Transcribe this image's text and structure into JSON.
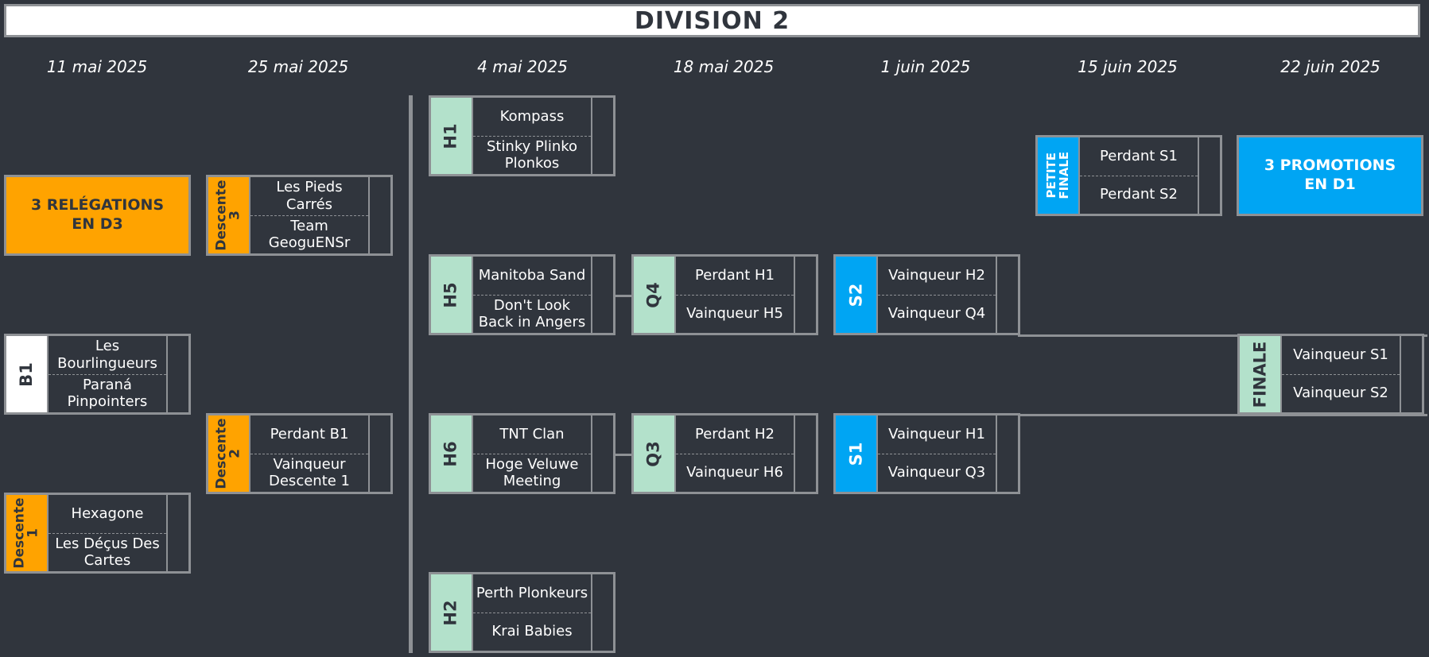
{
  "title": "DIVISION 2",
  "dates": [
    "11 mai 2025",
    "25 mai 2025",
    "4 mai 2025",
    "18 mai 2025",
    "1 juin 2025",
    "15 juin 2025",
    "22 juin 2025"
  ],
  "boxes": {
    "relegations": "3 RELÉGATIONS\nEN D3",
    "promotions": "3 PROMOTIONS\nEN D1"
  },
  "colors": {
    "background": "#30353d",
    "border": "#8e9195",
    "mint": "#b3e1cb",
    "orange": "#ffa300",
    "blue": "#00a5f3",
    "white": "#ffffff"
  },
  "matches": {
    "descente3": {
      "tag": "Descente\n3",
      "team1": "Les Pieds Carrés",
      "team2": "Team GeoguENSr"
    },
    "b1": {
      "tag": "B1",
      "team1": "Les Bourlingueurs",
      "team2": "Paraná Pinpointers"
    },
    "descente2": {
      "tag": "Descente\n2",
      "team1": "Perdant B1",
      "team2": "Vainqueur Descente 1"
    },
    "descente1": {
      "tag": "Descente\n1",
      "team1": "Hexagone",
      "team2": "Les Déçus Des Cartes"
    },
    "h1": {
      "tag": "H1",
      "team1": "Kompass",
      "team2": "Stinky Plinko Plonkos"
    },
    "h5": {
      "tag": "H5",
      "team1": "Manitoba Sand",
      "team2": "Don't Look Back in Angers"
    },
    "h6": {
      "tag": "H6",
      "team1": "TNT Clan",
      "team2": "Hoge Veluwe Meeting"
    },
    "h2": {
      "tag": "H2",
      "team1": "Perth Plonkeurs",
      "team2": "Krai Babies"
    },
    "q4": {
      "tag": "Q4",
      "team1": "Perdant H1",
      "team2": "Vainqueur H5"
    },
    "q3": {
      "tag": "Q3",
      "team1": "Perdant H2",
      "team2": "Vainqueur H6"
    },
    "s2": {
      "tag": "S2",
      "team1": "Vainqueur H2",
      "team2": "Vainqueur Q4"
    },
    "s1": {
      "tag": "S1",
      "team1": "Vainqueur H1",
      "team2": "Vainqueur Q3"
    },
    "petite": {
      "tag": "PETITE\nFINALE",
      "team1": "Perdant S1",
      "team2": "Perdant S2"
    },
    "finale": {
      "tag": "FINALE",
      "team1": "Vainqueur S1",
      "team2": "Vainqueur S2"
    }
  }
}
